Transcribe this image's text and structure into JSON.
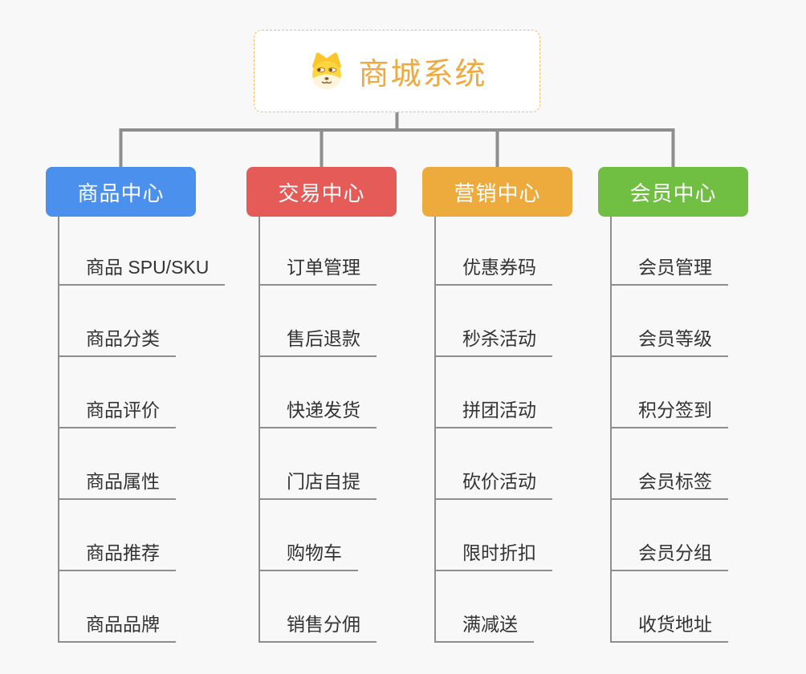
{
  "canvas": {
    "background": "#f8f8f8"
  },
  "connector_color": "#8e8e8e",
  "root": {
    "title": "商城系统",
    "icon": "doge-icon",
    "text_color": "#f0a93f",
    "border_color": "#f2bd62",
    "background": "#ffffff"
  },
  "branches": [
    {
      "label": "商品中心",
      "color": "#4b90ec",
      "children": [
        "商品 SPU/SKU",
        "商品分类",
        "商品评价",
        "商品属性",
        "商品推荐",
        "商品品牌"
      ]
    },
    {
      "label": "交易中心",
      "color": "#e45b57",
      "children": [
        "订单管理",
        "售后退款",
        "快递发货",
        "门店自提",
        "购物车",
        "销售分佣"
      ]
    },
    {
      "label": "营销中心",
      "color": "#edab3d",
      "children": [
        "优惠券码",
        "秒杀活动",
        "拼团活动",
        "砍价活动",
        "限时折扣",
        "满减送"
      ]
    },
    {
      "label": "会员中心",
      "color": "#70be42",
      "children": [
        "会员管理",
        "会员等级",
        "积分签到",
        "会员标签",
        "会员分组",
        "收货地址"
      ]
    }
  ],
  "leaf_text_color": "#333333",
  "branch_text_color": "#ffffff"
}
